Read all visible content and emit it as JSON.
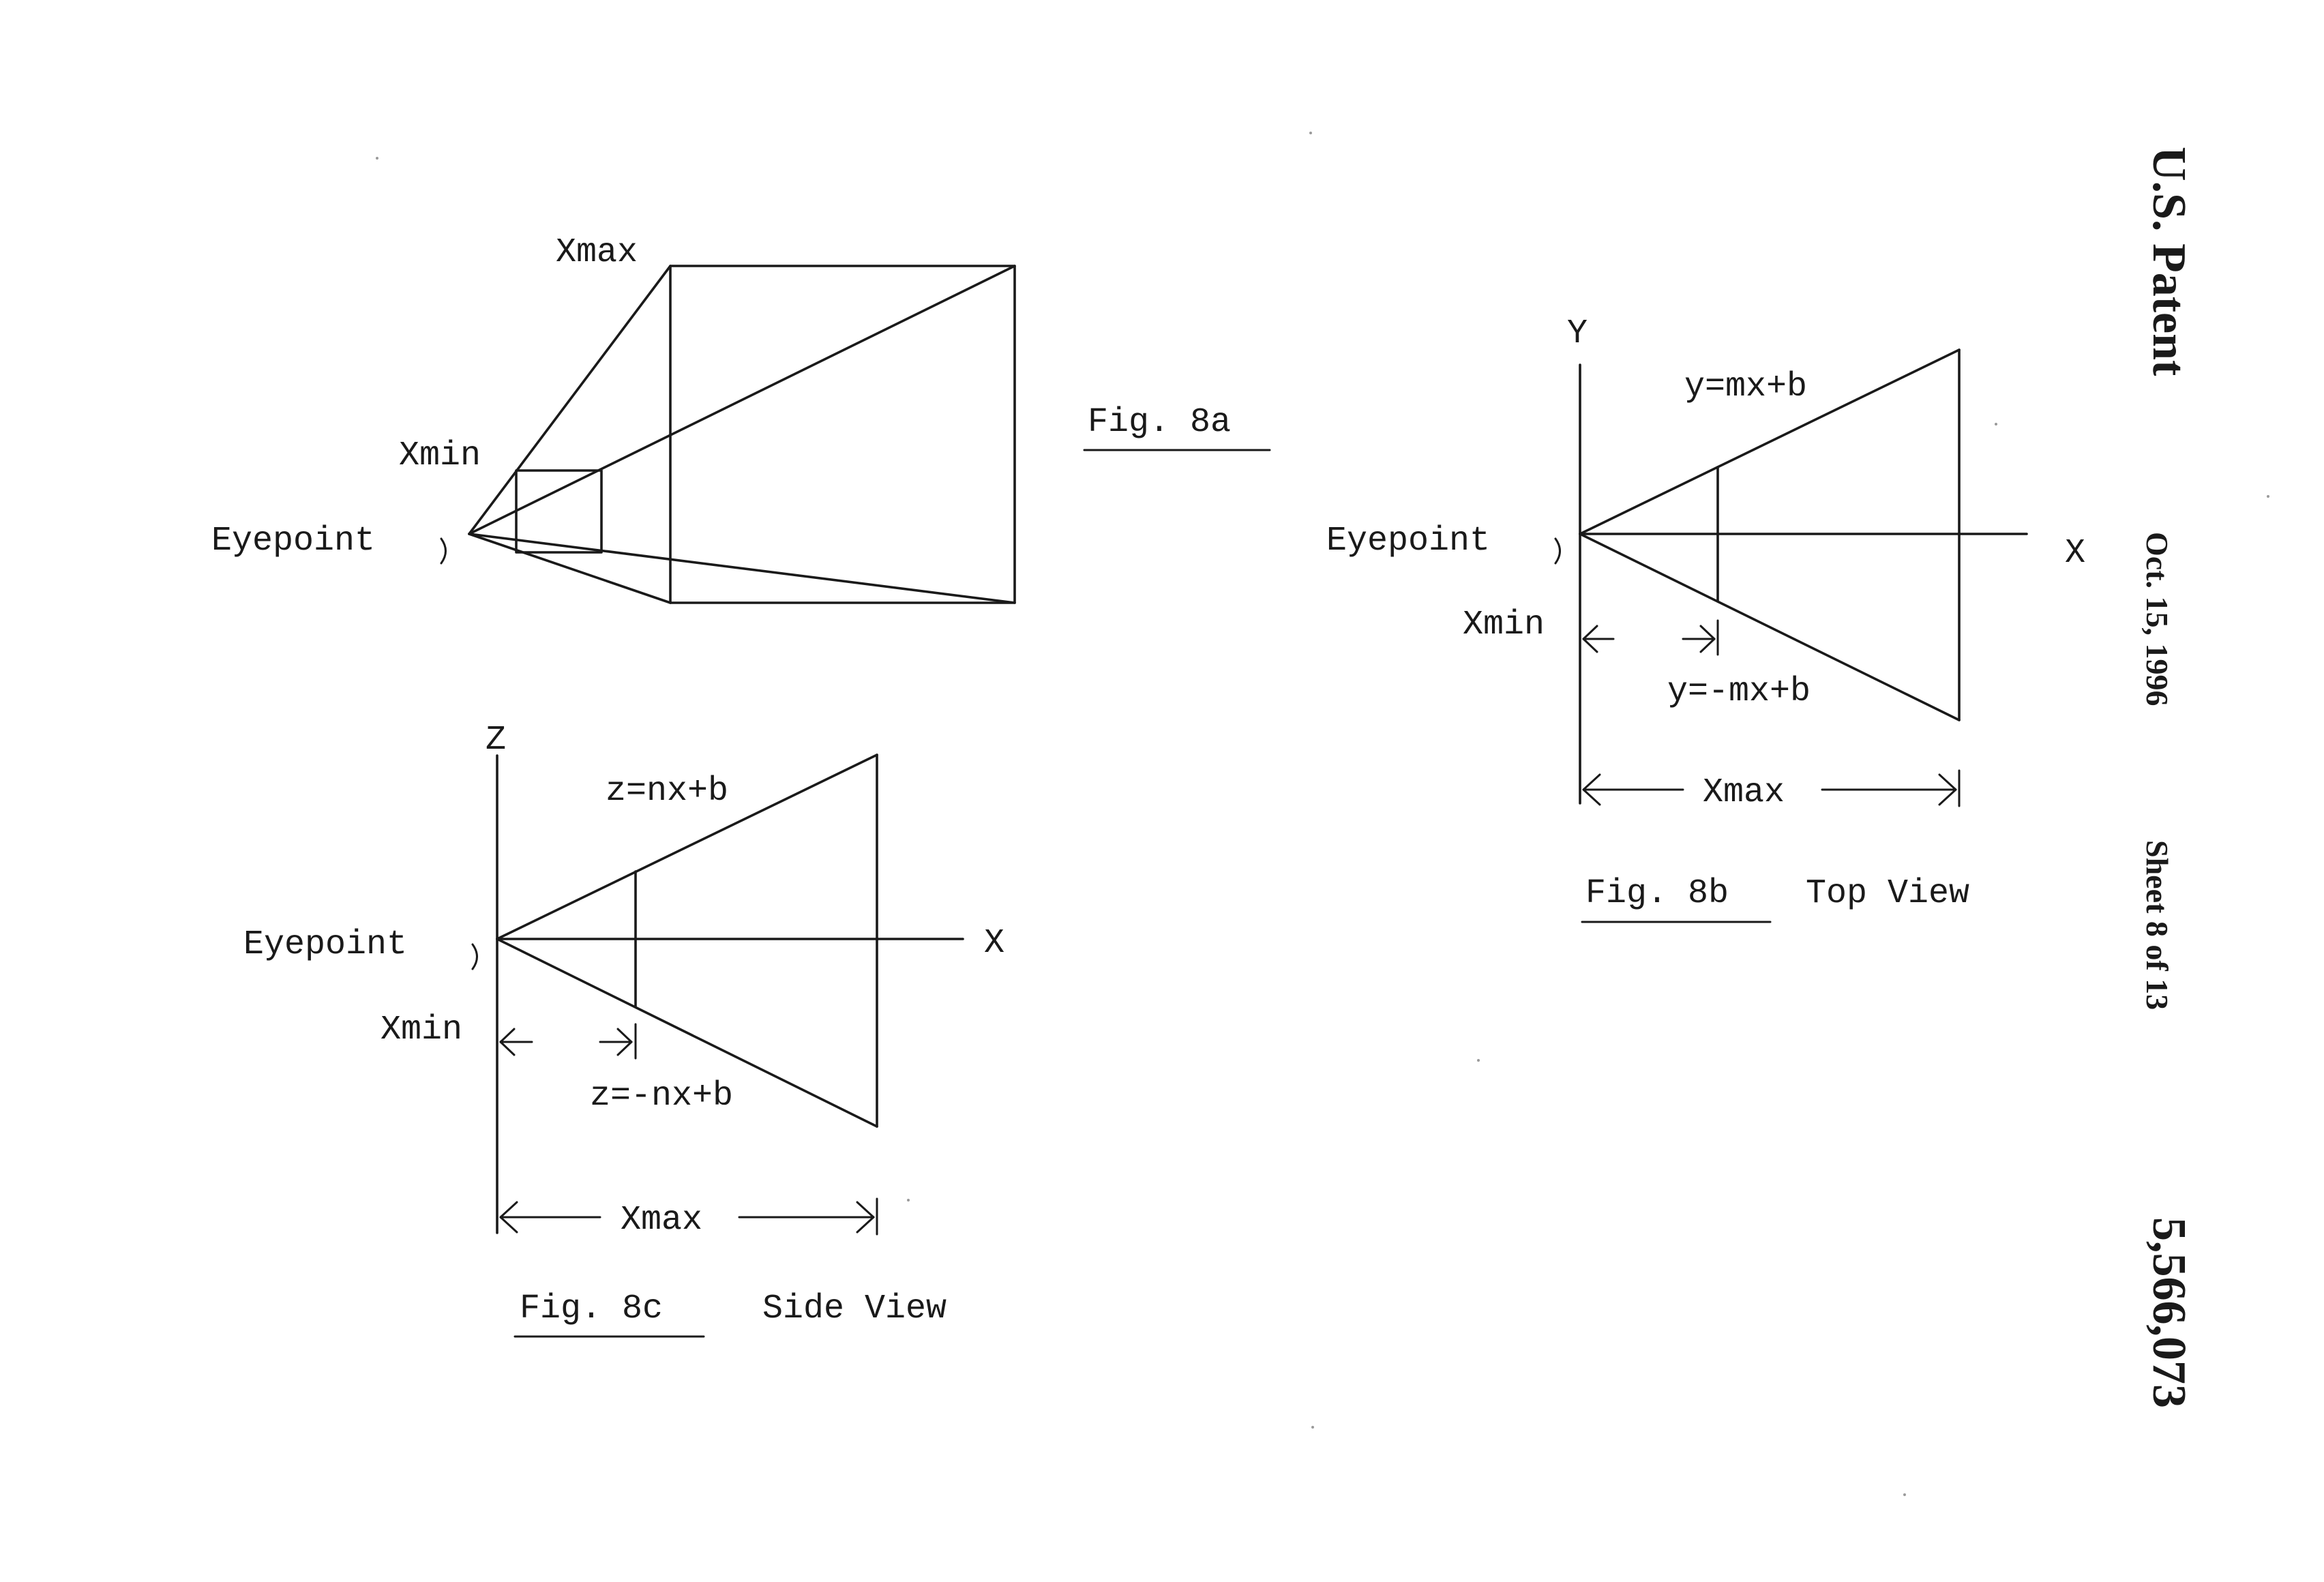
{
  "header": {
    "title": "U.S. Patent",
    "date": "Oct. 15, 1996",
    "sheet": "Sheet 8 of 13",
    "patent_number": "5,566,073"
  },
  "fig8a": {
    "caption": "Fig. 8a",
    "eyepoint": "Eyepoint",
    "xmin": "Xmin",
    "xmax": "Xmax"
  },
  "fig8b": {
    "caption": "Fig. 8b",
    "view": "Top View",
    "eyepoint": "Eyepoint",
    "y_axis": "Y",
    "x_axis": "X",
    "upper_eq": "y=mx+b",
    "lower_eq": "y=-mx+b",
    "xmin": "Xmin",
    "xmax": "Xmax"
  },
  "fig8c": {
    "caption": "Fig. 8c",
    "view": "Side View",
    "eyepoint": "Eyepoint",
    "z_axis": "Z",
    "x_axis": "X",
    "upper_eq": "z=nx+b",
    "lower_eq": "z=-nx+b",
    "xmin": "Xmin",
    "xmax": "Xmax"
  },
  "colors": {
    "ink": "#1a1a1a",
    "paper": "#ffffff"
  }
}
